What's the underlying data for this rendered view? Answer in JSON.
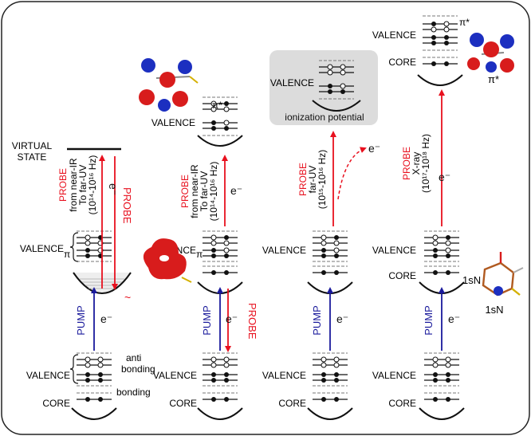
{
  "labels": {
    "virtual_state_line1": "VIRTUAL",
    "virtual_state_line2": "STATE",
    "valence": "VALENCE",
    "core": "CORE",
    "anti_bonding_line1": "anti",
    "anti_bonding_line2": "bonding",
    "bonding": "bonding",
    "pi": "π",
    "pi_star": "π*",
    "electron": "e⁻",
    "pump": "PUMP",
    "probe": "PROBE",
    "ionization_potential": "ionization  potential",
    "one_s_n": "1sN",
    "tilde": "~"
  },
  "probes": {
    "col1": {
      "label": "PROBE",
      "l2": "from near-IR",
      "l3": "To far-UV",
      "l4": "(10¹⁴-10¹⁶ Hz)"
    },
    "col2": {
      "label": "PROBE",
      "l2": "from near-IR",
      "l3": "To far-UV",
      "l4": "(10¹⁴-10¹⁶ Hz)"
    },
    "col3": {
      "label": "PROBE",
      "l2": "far-UV",
      "l3": "(10¹⁵-10¹⁶ Hz)"
    },
    "col4": {
      "label": "PROBE",
      "l2": "X-ray",
      "l3": "(10¹⁷-10¹⁸ Hz)"
    }
  },
  "colors": {
    "probe": "#e8101e",
    "pump": "#1a1a9c",
    "ionization_box": "#dcdcdc",
    "orbital_red": "#d81c1c",
    "orbital_blue": "#1c2fc0"
  }
}
